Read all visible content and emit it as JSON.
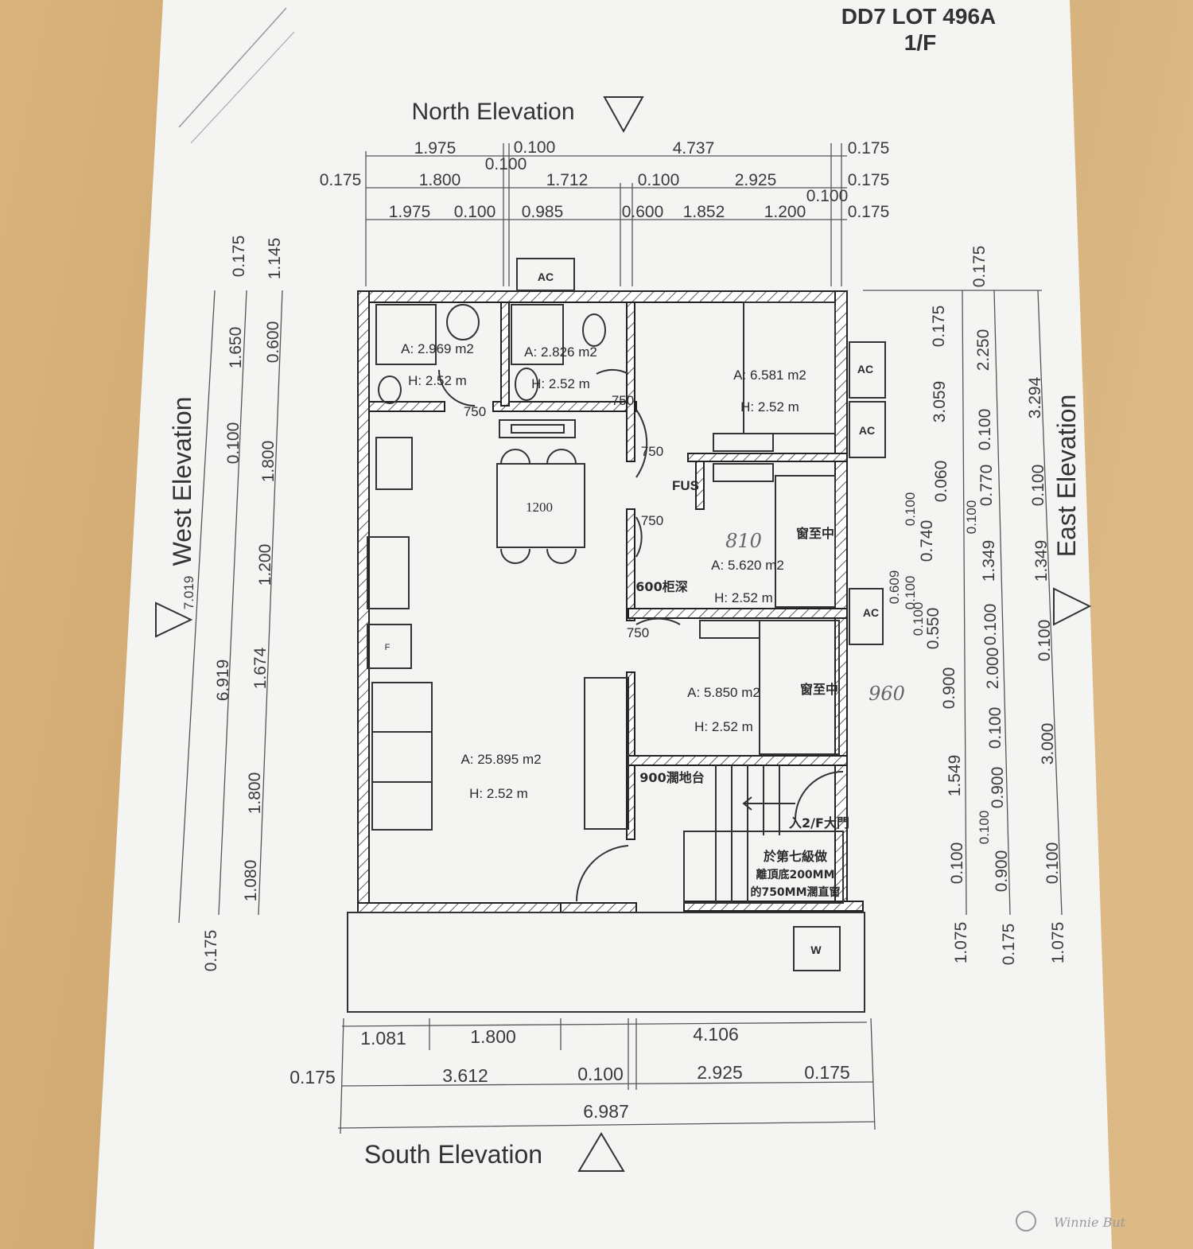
{
  "title": {
    "lot": "DD7 LOT 496A",
    "floor": "1/F"
  },
  "elevations": {
    "north": "North Elevation",
    "south": "South Elevation",
    "east": "East Elevation",
    "west": "West Elevation"
  },
  "dims": {
    "top": [
      "1.975",
      "0.100",
      "4.737",
      "0.175",
      "0.175",
      "1.800",
      "0.100",
      "1.712",
      "0.100",
      "2.925",
      "0.100",
      "0.175",
      "1.975",
      "0.100",
      "0.985",
      "0.600",
      "1.852",
      "1.200",
      "0.175"
    ],
    "left": [
      "0.175",
      "1.145",
      "1.650",
      "0.600",
      "0.100",
      "1.800",
      "1.200",
      "1.674",
      "1.800",
      "1.080",
      "6.919",
      "0.175",
      "7.019"
    ],
    "right1": [
      "0.175",
      "3.059",
      "0.060",
      "0.100",
      "0.740",
      "0.609",
      "0.100",
      "0.100",
      "0.550",
      "0.900",
      "1.549",
      "0.100",
      "1.075"
    ],
    "right2": [
      "0.175",
      "2.250",
      "0.100",
      "0.770",
      "0.100",
      "1.349",
      "0.100",
      "2.000",
      "0.100",
      "0.900",
      "0.100",
      "0.900",
      "0.175"
    ],
    "right3": [
      "3.294",
      "0.100",
      "1.349",
      "0.100",
      "3.000",
      "0.100",
      "1.075"
    ],
    "bottom": [
      "1.081",
      "1.800",
      "4.106",
      "0.175",
      "3.612",
      "0.100",
      "2.925",
      "0.175",
      "6.987"
    ]
  },
  "rooms": {
    "bath1": {
      "area": "A: 2.969 m2",
      "height": "H: 2.52 m",
      "door": "750"
    },
    "bath2": {
      "area": "A: 2.826 m2",
      "height": "H: 2.52 m",
      "door": "750"
    },
    "bedroom1": {
      "area": "A: 6.581 m2",
      "height": "H: 2.52 m"
    },
    "bedroom2": {
      "area": "A: 5.620 m2",
      "height": "H: 2.52 m",
      "door_top": "750",
      "door_bottom": "750",
      "fus": "FUS",
      "cabinet": "600柜深",
      "window": "窗至中",
      "handwritten": "810"
    },
    "bedroom3": {
      "area": "A: 5.850 m2",
      "height": "H: 2.52 m",
      "door": "750",
      "window": "窗至中",
      "handwritten": "960"
    },
    "living": {
      "area": "A: 25.895 m2",
      "height": "H: 2.52 m",
      "table": "1200",
      "fridge": "F"
    },
    "stair": {
      "platform": "900濶地台",
      "entry": "入2/F大門",
      "note": [
        "於第七級做",
        "離頂底200MM",
        "的750MM濶直窗"
      ]
    }
  },
  "equipment": {
    "ac": [
      "AC",
      "AC",
      "AC",
      "AC"
    ],
    "washer": "W"
  },
  "watermark": "Winnie But"
}
